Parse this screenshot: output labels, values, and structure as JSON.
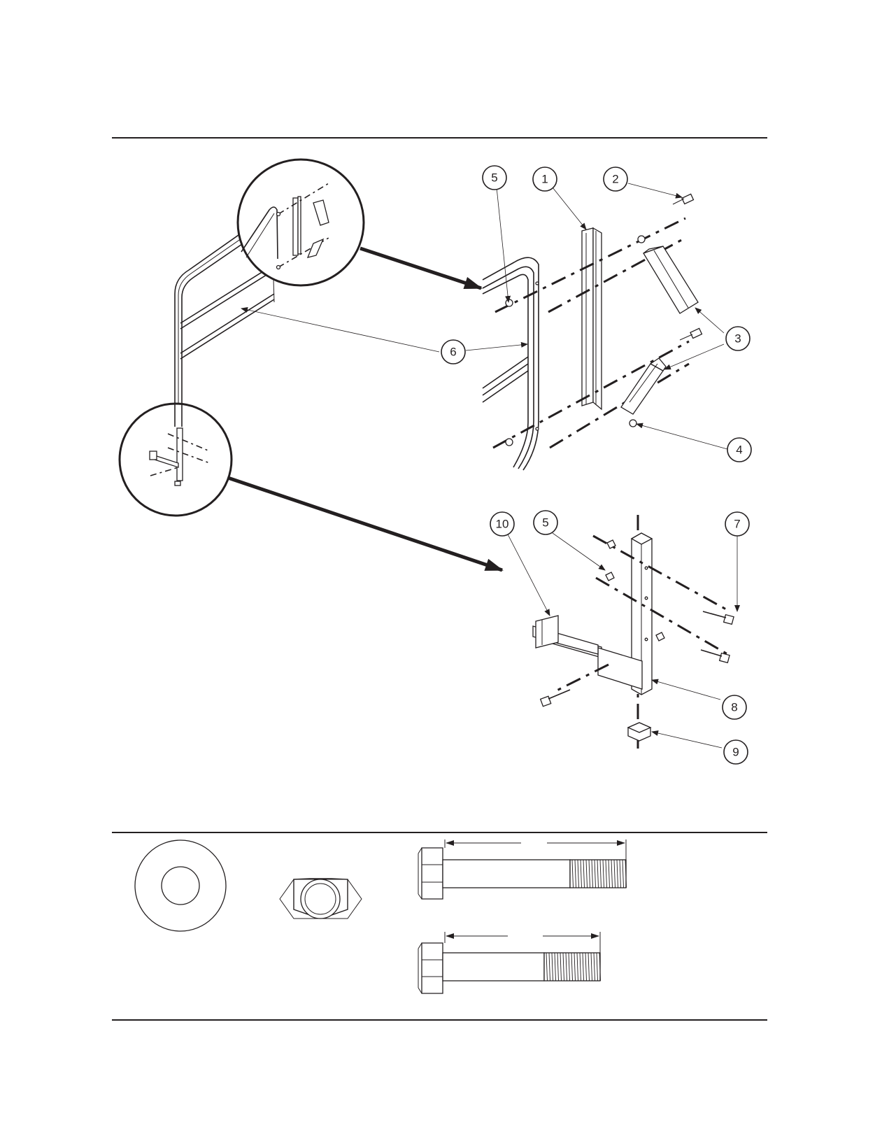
{
  "callouts": [
    {
      "label": "5"
    },
    {
      "label": "1"
    },
    {
      "label": "2"
    },
    {
      "label": "3"
    },
    {
      "label": "6"
    },
    {
      "label": "4"
    },
    {
      "label": "10"
    },
    {
      "label": "5"
    },
    {
      "label": "7"
    },
    {
      "label": "8"
    },
    {
      "label": "9"
    }
  ],
  "hardware_icons": [
    "washer-icon",
    "hex-nut-icon",
    "long-bolt-icon",
    "short-bolt-icon"
  ],
  "colors": {
    "ink": "#231f20",
    "paper": "#ffffff"
  }
}
